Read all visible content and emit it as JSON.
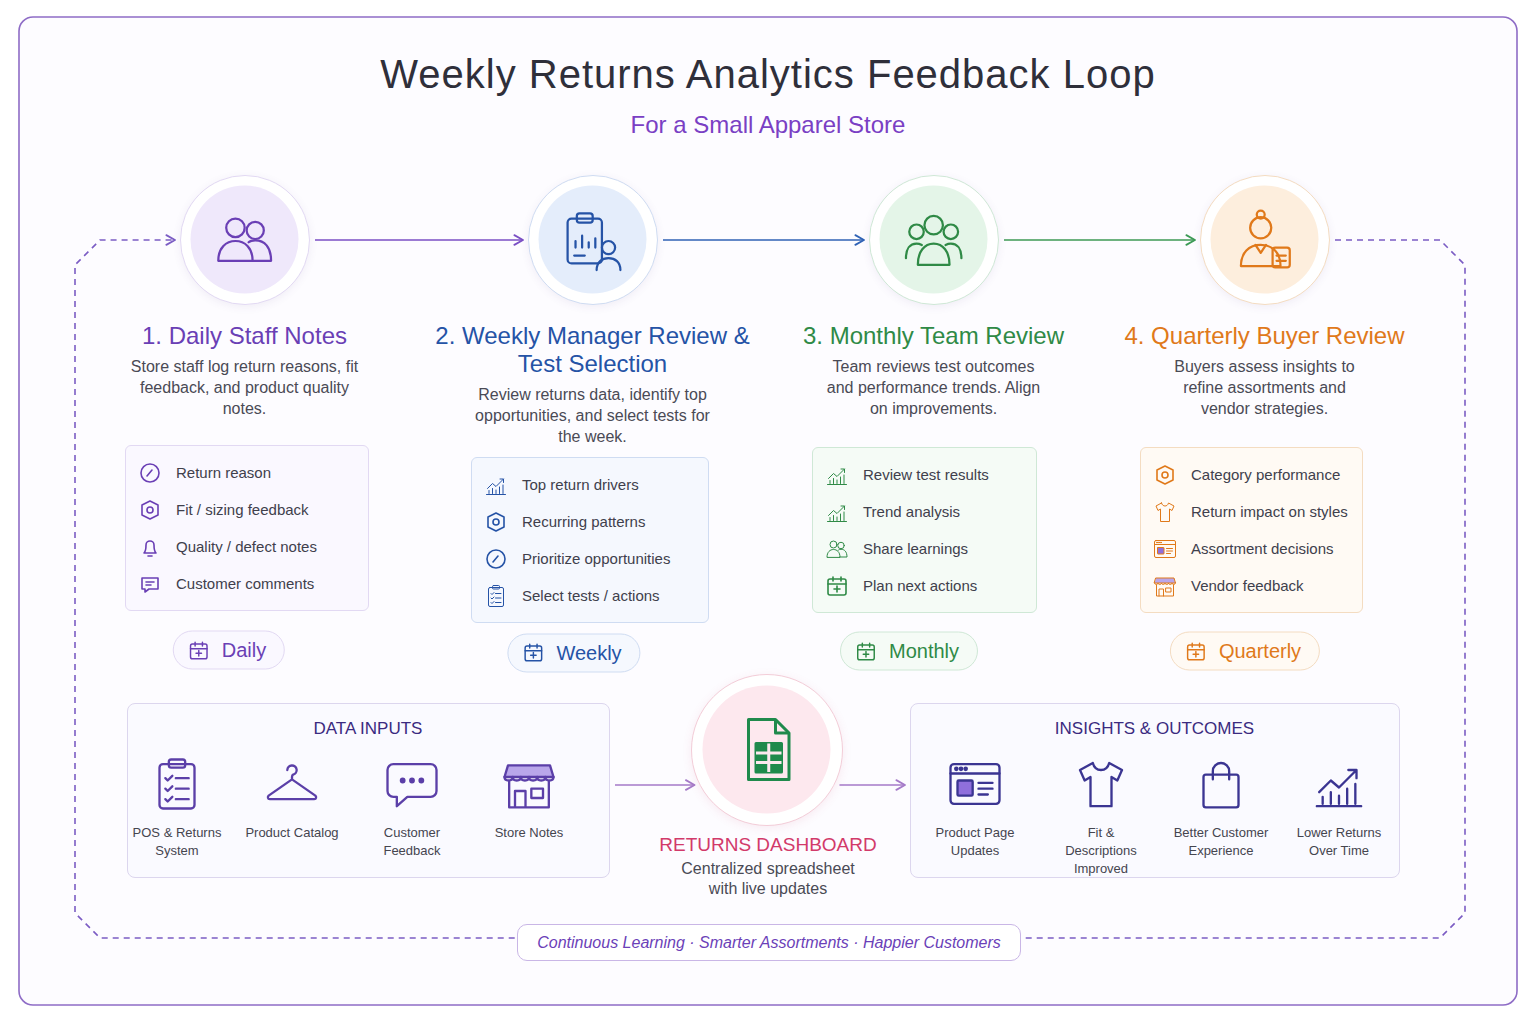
{
  "diagram": {
    "title": "Weekly Returns Analytics Feedback Loop",
    "nodes": [
      {
        "text": [
          "1. Daily Staff Notes",
          "Store staff log return reasons, fit feedback, and product quality notes."
        ]
      },
      {
        "text": [
          "Return reason",
          "Fit / sizing feedback",
          "Quality / defect notes",
          "Customer comments"
        ]
      },
      {
        "text": [
          "Daily"
        ]
      },
      {
        "text": [
          "2. Weekly Manager Review & Test Selection",
          "Review returns data, identify top opportunities, and select tests for the week."
        ]
      },
      {
        "text": [
          "Top return drivers",
          "Recurring patterns",
          "Prioritize opportunities",
          "Select tests / actions"
        ]
      },
      {
        "text": [
          "Weekly"
        ]
      },
      {
        "text": [
          "3. Monthly Team Review",
          "Team reviews test outcomes and performance trends. Align on improvements."
        ]
      },
      {
        "text": [
          "Review test results",
          "Trend analysis",
          "Share learnings",
          "Plan next actions"
        ]
      },
      {
        "text": [
          "Monthly"
        ]
      },
      {
        "text": [
          "4. Quarterly Buyer Review",
          "Buyers assess insights to refine assortments and vendor strategies."
        ]
      },
      {
        "text": [
          "Category performance",
          "Return impact on styles",
          "Assortment decisions",
          "Vendor feedback"
        ]
      },
      {
        "text": [
          "Quarterly"
        ]
      },
      {
        "text": [
          "DATA INPUTS",
          "POS & Returns System",
          "Product Catalog",
          "Customer Feedback",
          "Store Notes"
        ]
      },
      {
        "text": [
          "RETURNS DASHBOARD",
          "Centralized spreadsheet with live updates"
        ]
      },
      {
        "text": [
          "INSIGHTS & OUTCOMES",
          "Product Page Updates",
          "Fit & Descriptions Improved",
          "Better Customer Experience",
          "Lower Returns Over Time"
        ]
      },
      {
        "text": [
          "Continuous Learning · Smarter Assortments · Happier Customers"
        ]
      }
    ],
    "edges": [
      {
        "from": 0,
        "to": 3,
        "arrow": "to"
      },
      {
        "from": 3,
        "to": 6,
        "arrow": "to"
      },
      {
        "from": 6,
        "to": 9,
        "arrow": "to"
      },
      {
        "from": 9,
        "to": 0,
        "arrow": "to"
      },
      {
        "from": 12,
        "to": 13,
        "arrow": "to"
      },
      {
        "from": 13,
        "to": 14,
        "arrow": "to"
      }
    ],
    "labels": [
      "For a Small Apparel Store",
      "+",
      "+",
      "+",
      "+",
      "+",
      "+"
    ]
  }
}
